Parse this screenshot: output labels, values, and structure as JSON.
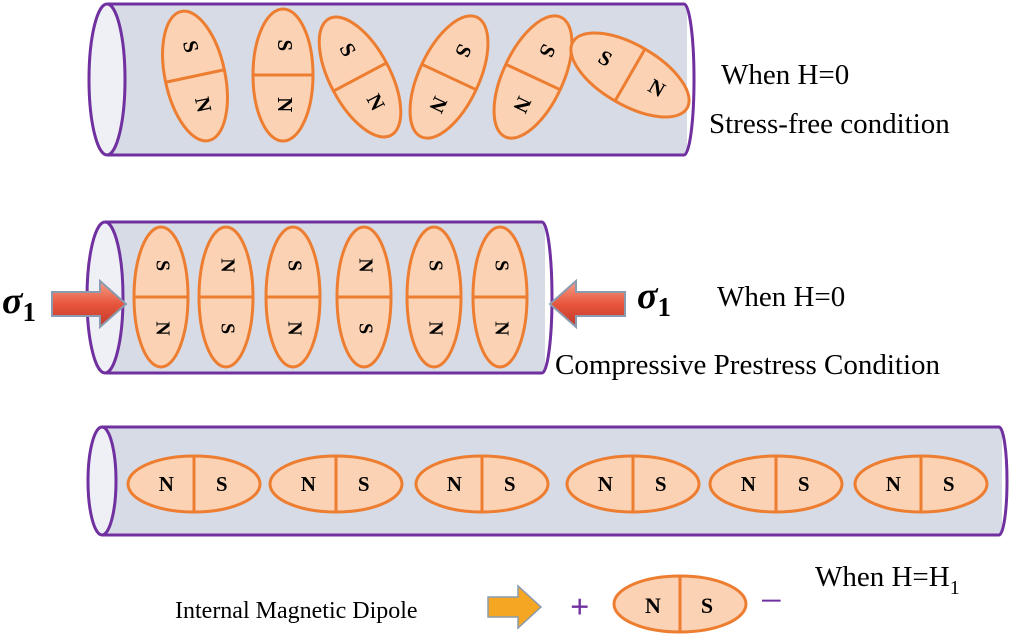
{
  "panels": {
    "stress_free": {
      "condition": "When H=0",
      "caption": "Stress-free condition",
      "dipole_top": "S",
      "dipole_bottom": "N"
    },
    "prestress": {
      "stress_symbol": "σ",
      "stress_subscript": "1",
      "condition": "When H=0",
      "caption": "Compressive Prestress Condition",
      "dipoles": [
        {
          "top": "S",
          "bottom": "N"
        },
        {
          "top": "N",
          "bottom": "S"
        },
        {
          "top": "S",
          "bottom": "N"
        },
        {
          "top": "N",
          "bottom": "S"
        },
        {
          "top": "S",
          "bottom": "N"
        },
        {
          "top": "S",
          "bottom": "N"
        }
      ]
    },
    "field": {
      "condition_main": "When H=H",
      "condition_sub": "1",
      "dipole_left": "N",
      "dipole_right": "S"
    }
  },
  "legend": {
    "label": "Internal Magnetic Dipole",
    "plus": "+",
    "minus": "−",
    "dipole_left": "N",
    "dipole_right": "S"
  },
  "colors": {
    "dipole_fill": "#fbd3b4",
    "dipole_stroke": "#ed7d31",
    "cylinder_fill": "#d6dbe5",
    "cylinder_stroke": "#7030a0",
    "stress_arrow": "#e8553d",
    "legend_arrow": "#f5a623"
  }
}
